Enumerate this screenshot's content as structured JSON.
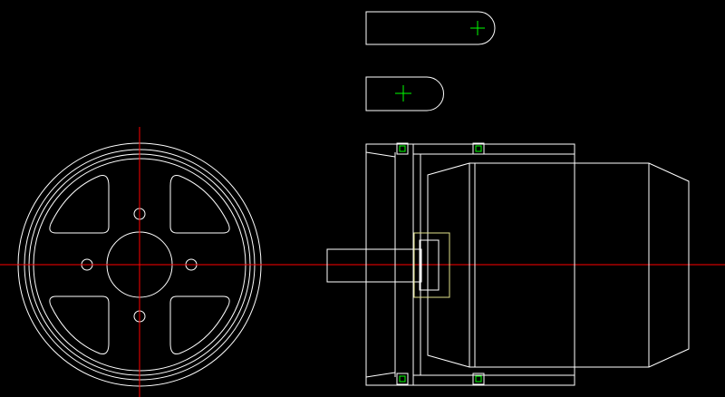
{
  "drawing": {
    "background": "#000000",
    "colors": {
      "geometry": "#ffffff",
      "centerline": "#ff0000",
      "center_mark": "#00ff00",
      "shaft_collar": "#e0e08a"
    },
    "views": [
      "front-view",
      "side-view",
      "slot-profile-top",
      "slot-profile-bottom"
    ]
  }
}
